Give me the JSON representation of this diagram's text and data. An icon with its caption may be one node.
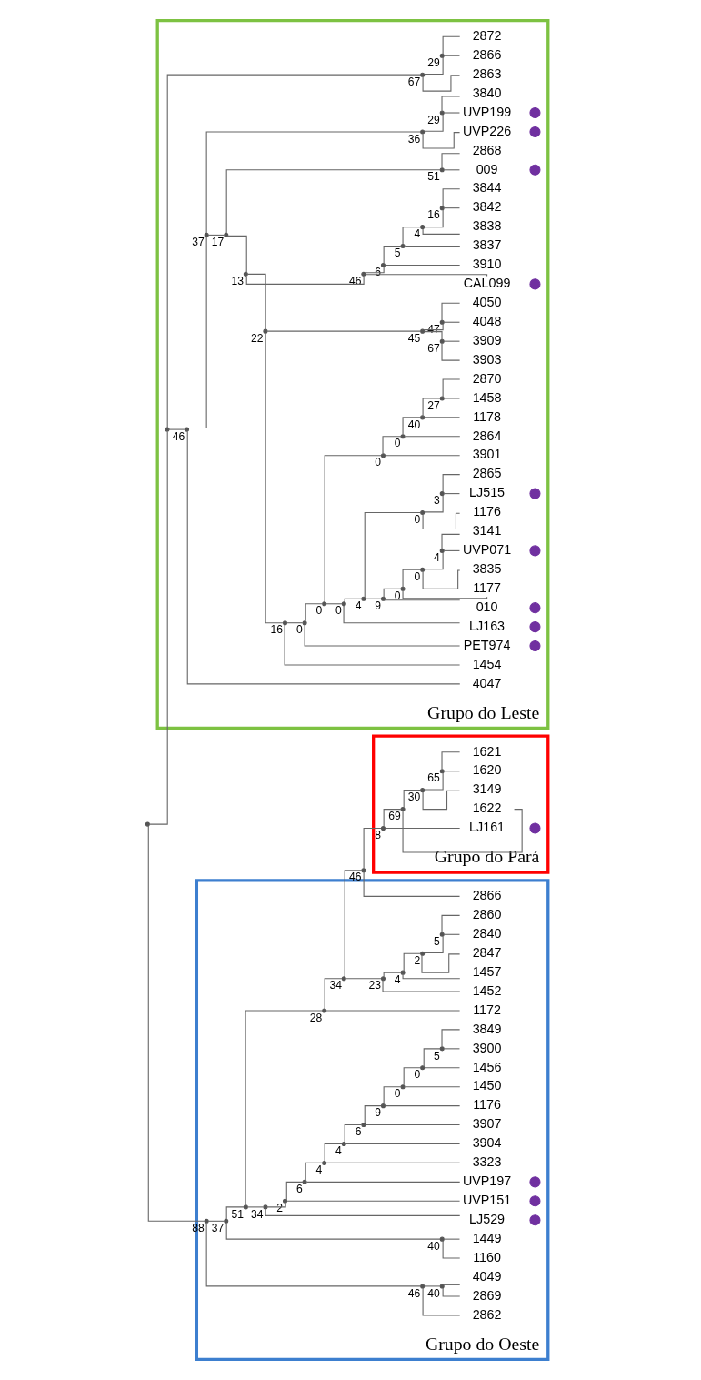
{
  "diagram": {
    "nodes": [
      {
        "text": [
          "Grupo do Leste"
        ]
      },
      {
        "text": [
          "UVP071"
        ],
        "in": 0
      },
      {
        "text": [],
        "shape": "circle",
        "in": 0
      },
      {
        "text": [
          "3141"
        ],
        "in": 0
      },
      {
        "text": [
          "3835"
        ],
        "in": 0
      },
      {
        "text": [
          "1177"
        ],
        "in": 0
      },
      {
        "text": [
          "010"
        ],
        "in": 0
      },
      {
        "text": [],
        "shape": "circle",
        "in": 0
      },
      {
        "text": [
          "1176"
        ],
        "in": 0
      },
      {
        "text": [
          "LJ515"
        ],
        "in": 0
      },
      {
        "text": [],
        "shape": "circle",
        "in": 0
      },
      {
        "text": [
          "2865"
        ],
        "in": 0
      },
      {
        "text": [
          "LJ163"
        ],
        "in": 0
      },
      {
        "text": [],
        "shape": "circle",
        "in": 0
      },
      {
        "text": [
          "3901"
        ],
        "in": 0
      },
      {
        "text": [
          "2864"
        ],
        "in": 0
      },
      {
        "text": [
          "1178"
        ],
        "in": 0
      },
      {
        "text": [
          "1458"
        ],
        "in": 0
      },
      {
        "text": [
          "2870"
        ],
        "in": 0
      },
      {
        "text": [
          "PET974"
        ],
        "in": 0
      },
      {
        "text": [],
        "shape": "circle",
        "in": 0
      },
      {
        "text": [
          "1454"
        ],
        "in": 0
      },
      {
        "text": [
          "3903"
        ],
        "in": 0
      },
      {
        "text": [
          "3909"
        ],
        "in": 0
      },
      {
        "text": [
          "4048"
        ],
        "in": 0
      },
      {
        "text": [
          "4050"
        ],
        "in": 0
      },
      {
        "text": [
          "CAL099"
        ],
        "in": 0
      },
      {
        "text": [],
        "shape": "circle",
        "in": 0
      },
      {
        "text": [
          "3910"
        ],
        "in": 0
      },
      {
        "text": [
          "3837"
        ],
        "in": 0
      },
      {
        "text": [
          "3838"
        ],
        "in": 0
      },
      {
        "text": [
          "3842"
        ],
        "in": 0
      },
      {
        "text": [
          "3844"
        ],
        "in": 0
      },
      {
        "text": [
          "009"
        ],
        "in": 0
      },
      {
        "text": [],
        "shape": "circle",
        "in": 0
      },
      {
        "text": [
          "2868"
        ],
        "in": 0
      },
      {
        "text": [
          "UVP226"
        ],
        "in": 0
      },
      {
        "text": [],
        "shape": "circle",
        "in": 0
      },
      {
        "text": [
          "UVP199"
        ],
        "in": 0
      },
      {
        "text": [],
        "shape": "circle",
        "in": 0
      },
      {
        "text": [
          "3840"
        ],
        "in": 0
      },
      {
        "text": [
          "4047"
        ],
        "in": 0
      },
      {
        "text": [
          "2863"
        ],
        "in": 0
      },
      {
        "text": [
          "2866"
        ],
        "in": 0
      },
      {
        "text": [
          "2872"
        ],
        "in": 0
      },
      {
        "text": [],
        "shape": "point",
        "beside": [
          "4"
        ],
        "in": 0
      },
      {
        "text": [],
        "shape": "point",
        "beside": [
          "0"
        ],
        "in": 0
      },
      {
        "text": [],
        "shape": "point",
        "beside": [
          "0"
        ],
        "in": 0
      },
      {
        "text": [],
        "shape": "point",
        "beside": [
          "9"
        ],
        "in": 0
      },
      {
        "text": [],
        "shape": "point",
        "beside": [
          "3"
        ],
        "in": 0
      },
      {
        "text": [],
        "shape": "point",
        "beside": [
          "0"
        ],
        "in": 0
      },
      {
        "text": [],
        "shape": "point",
        "beside": [
          "4"
        ],
        "in": 0
      },
      {
        "text": [],
        "shape": "point",
        "beside": [
          "0"
        ],
        "in": 0
      },
      {
        "text": [],
        "shape": "point",
        "beside": [
          "27"
        ],
        "in": 0
      },
      {
        "text": [],
        "shape": "point",
        "beside": [
          "40"
        ],
        "in": 0
      },
      {
        "text": [],
        "shape": "point",
        "beside": [
          "0"
        ],
        "in": 0
      },
      {
        "text": [],
        "shape": "point",
        "beside": [
          "0"
        ],
        "in": 0
      },
      {
        "text": [],
        "shape": "point",
        "beside": [
          "0"
        ],
        "in": 0
      },
      {
        "text": [],
        "shape": "point",
        "beside": [
          "0"
        ],
        "in": 0
      },
      {
        "text": [],
        "shape": "point",
        "beside": [
          "16"
        ],
        "in": 0
      },
      {
        "text": [],
        "shape": "point",
        "beside": [
          "67"
        ],
        "in": 0
      },
      {
        "text": [],
        "shape": "point",
        "beside": [
          "47"
        ],
        "in": 0
      },
      {
        "text": [],
        "shape": "point",
        "beside": [
          "45"
        ],
        "in": 0
      },
      {
        "text": [],
        "shape": "point",
        "beside": [
          "22"
        ],
        "in": 0
      },
      {
        "text": [],
        "shape": "point",
        "beside": [
          "16"
        ],
        "in": 0
      },
      {
        "text": [],
        "shape": "point",
        "beside": [
          "4"
        ],
        "in": 0
      },
      {
        "text": [],
        "shape": "point",
        "beside": [
          "5"
        ],
        "in": 0
      },
      {
        "text": [],
        "shape": "point",
        "beside": [
          "6"
        ],
        "in": 0
      },
      {
        "text": [],
        "shape": "point",
        "beside": [
          "46"
        ],
        "in": 0
      },
      {
        "text": [],
        "shape": "point",
        "beside": [
          "13"
        ],
        "in": 0
      },
      {
        "text": [],
        "shape": "point",
        "beside": [
          "51"
        ],
        "in": 0
      },
      {
        "text": [],
        "shape": "point",
        "beside": [
          "17"
        ],
        "in": 0
      },
      {
        "text": [],
        "shape": "point",
        "beside": [
          "29"
        ],
        "in": 0
      },
      {
        "text": [],
        "shape": "point",
        "beside": [
          "36"
        ],
        "in": 0
      },
      {
        "text": [],
        "shape": "point",
        "beside": [
          "37"
        ],
        "in": 0
      },
      {
        "text": [],
        "shape": "point",
        "beside": [
          "46"
        ],
        "in": 0
      },
      {
        "text": [],
        "shape": "point",
        "beside": [
          "29"
        ],
        "in": 0
      },
      {
        "text": [],
        "shape": "point",
        "beside": [
          "67"
        ],
        "in": 0
      },
      {
        "text": [],
        "shape": "point",
        "in": 0
      },
      {
        "text": [
          "Grupo do Oeste"
        ]
      },
      {
        "text": [
          "2869"
        ],
        "in": 79
      },
      {
        "text": [
          "4049"
        ],
        "in": 79
      },
      {
        "text": [
          "2862"
        ],
        "in": 79
      },
      {
        "text": [
          "1160"
        ],
        "in": 79
      },
      {
        "text": [
          "1449"
        ],
        "in": 79
      },
      {
        "text": [
          "3900"
        ],
        "in": 79
      },
      {
        "text": [
          "3849"
        ],
        "in": 79
      },
      {
        "text": [
          "1456"
        ],
        "in": 79
      },
      {
        "text": [
          "1450"
        ],
        "in": 79
      },
      {
        "text": [
          "1176"
        ],
        "in": 79
      },
      {
        "text": [
          "3907"
        ],
        "in": 79
      },
      {
        "text": [
          "3904"
        ],
        "in": 79
      },
      {
        "text": [
          "3323"
        ],
        "in": 79
      },
      {
        "text": [
          "UVP197"
        ],
        "in": 79
      },
      {
        "text": [],
        "shape": "circle",
        "in": 79
      },
      {
        "text": [
          "UVP151"
        ],
        "in": 79
      },
      {
        "text": [],
        "shape": "circle",
        "in": 79
      },
      {
        "text": [
          "LJ529"
        ],
        "in": 79
      },
      {
        "text": [],
        "shape": "circle",
        "in": 79
      },
      {
        "text": [
          "1172"
        ],
        "in": 79
      },
      {
        "text": [
          "2840"
        ],
        "in": 79
      },
      {
        "text": [
          "2860"
        ],
        "in": 79
      },
      {
        "text": [
          "2847"
        ],
        "in": 79
      },
      {
        "text": [
          "1457"
        ],
        "in": 79
      },
      {
        "text": [
          "1452"
        ],
        "in": 79
      },
      {
        "text": [
          "2866"
        ],
        "in": 79
      },
      {
        "text": [],
        "shape": "point",
        "beside": [
          "40"
        ],
        "in": 79
      },
      {
        "text": [],
        "shape": "point",
        "beside": [
          "46"
        ],
        "in": 79
      },
      {
        "text": [],
        "shape": "point",
        "beside": [
          "40"
        ],
        "in": 79
      },
      {
        "text": [],
        "shape": "point",
        "beside": [
          "5"
        ],
        "in": 79
      },
      {
        "text": [],
        "shape": "point",
        "beside": [
          "0"
        ],
        "in": 79
      },
      {
        "text": [],
        "shape": "point",
        "beside": [
          "0"
        ],
        "in": 79
      },
      {
        "text": [],
        "shape": "point",
        "beside": [
          "9"
        ],
        "in": 79
      },
      {
        "text": [],
        "shape": "point",
        "beside": [
          "6"
        ],
        "in": 79
      },
      {
        "text": [],
        "shape": "point",
        "beside": [
          "4"
        ],
        "in": 79
      },
      {
        "text": [],
        "shape": "point",
        "beside": [
          "4"
        ],
        "in": 79
      },
      {
        "text": [],
        "shape": "point",
        "beside": [
          "6"
        ],
        "in": 79
      },
      {
        "text": [],
        "shape": "point",
        "beside": [
          "2"
        ],
        "in": 79
      },
      {
        "text": [],
        "shape": "point",
        "beside": [
          "34"
        ],
        "in": 79
      },
      {
        "text": [],
        "shape": "point",
        "beside": [
          "5"
        ],
        "in": 79
      },
      {
        "text": [],
        "shape": "point",
        "beside": [
          "2"
        ],
        "in": 79
      },
      {
        "text": [],
        "shape": "point",
        "beside": [
          "4"
        ],
        "in": 79
      },
      {
        "text": [],
        "shape": "point",
        "beside": [
          "23"
        ],
        "in": 79
      },
      {
        "text": [],
        "shape": "point",
        "beside": [
          "34"
        ],
        "in": 79
      },
      {
        "text": [],
        "shape": "point",
        "beside": [
          "28"
        ],
        "in": 79
      },
      {
        "text": [],
        "shape": "point",
        "beside": [
          "51"
        ],
        "in": 79
      },
      {
        "text": [],
        "shape": "point",
        "beside": [
          "37"
        ],
        "in": 79
      },
      {
        "text": [],
        "shape": "point",
        "beside": [
          "88"
        ],
        "in": 79
      },
      {
        "text": [
          "Grupo do Pará"
        ]
      },
      {
        "text": [
          "LJ161"
        ],
        "in": 128
      },
      {
        "text": [],
        "shape": "circle",
        "in": 128
      },
      {
        "text": [
          "1622"
        ],
        "in": 128
      },
      {
        "text": [
          "3149"
        ],
        "in": 128
      },
      {
        "text": [
          "1620"
        ],
        "in": 128
      },
      {
        "text": [
          "1621"
        ],
        "in": 128
      },
      {
        "text": [],
        "shape": "point",
        "beside": [
          "65"
        ],
        "in": 128
      },
      {
        "text": [],
        "shape": "point",
        "beside": [
          "30"
        ],
        "in": 128
      },
      {
        "text": [],
        "shape": "point",
        "beside": [
          "69"
        ],
        "in": 128
      },
      {
        "text": [],
        "shape": "point",
        "beside": [
          "8"
        ],
        "in": 128
      },
      {
        "text": [],
        "shape": "point",
        "beside": [
          "46"
        ]
      },
      {
        "text": [],
        "shape": "point"
      }
    ],
    "edges": [
      {
        "from": 140,
        "to": 78,
        "arrow": "none"
      },
      {
        "from": 140,
        "to": 127,
        "arrow": "none"
      },
      {
        "from": 78,
        "to": 75,
        "arrow": "none"
      },
      {
        "from": 78,
        "to": 77,
        "arrow": "none"
      },
      {
        "from": 75,
        "to": 74,
        "arrow": "none"
      },
      {
        "from": 75,
        "to": 41,
        "arrow": "none"
      },
      {
        "from": 74,
        "to": 71,
        "arrow": "none"
      },
      {
        "from": 74,
        "to": 73,
        "arrow": "none"
      },
      {
        "from": 71,
        "to": 69,
        "arrow": "none"
      },
      {
        "from": 71,
        "to": 70,
        "arrow": "none"
      },
      {
        "from": 69,
        "to": 63,
        "arrow": "none"
      },
      {
        "from": 69,
        "to": 68,
        "arrow": "none"
      },
      {
        "from": 63,
        "to": 59,
        "arrow": "none"
      },
      {
        "from": 63,
        "to": 62,
        "arrow": "none"
      },
      {
        "from": 59,
        "to": 58,
        "arrow": "none"
      },
      {
        "from": 59,
        "to": 21,
        "arrow": "none"
      },
      {
        "from": 58,
        "to": 57,
        "arrow": "none"
      },
      {
        "from": 58,
        "to": 19,
        "arrow": "none"
      },
      {
        "from": 57,
        "to": 52,
        "arrow": "none"
      },
      {
        "from": 57,
        "to": 56,
        "arrow": "none"
      },
      {
        "from": 52,
        "to": 51,
        "arrow": "none"
      },
      {
        "from": 52,
        "to": 12,
        "arrow": "none"
      },
      {
        "from": 51,
        "to": 48,
        "arrow": "none"
      },
      {
        "from": 51,
        "to": 50,
        "arrow": "none"
      },
      {
        "from": 48,
        "to": 47,
        "arrow": "none"
      },
      {
        "from": 48,
        "to": 6,
        "arrow": "none"
      },
      {
        "from": 47,
        "to": 46,
        "arrow": "none"
      },
      {
        "from": 47,
        "to": 5,
        "arrow": "none"
      },
      {
        "from": 46,
        "to": 45,
        "arrow": "none"
      },
      {
        "from": 46,
        "to": 4,
        "arrow": "none"
      },
      {
        "from": 45,
        "to": 1,
        "arrow": "none"
      },
      {
        "from": 45,
        "to": 3,
        "arrow": "none"
      },
      {
        "from": 50,
        "to": 8,
        "arrow": "none"
      },
      {
        "from": 50,
        "to": 49,
        "arrow": "none"
      },
      {
        "from": 49,
        "to": 9,
        "arrow": "none"
      },
      {
        "from": 49,
        "to": 11,
        "arrow": "none"
      },
      {
        "from": 56,
        "to": 14,
        "arrow": "none"
      },
      {
        "from": 56,
        "to": 55,
        "arrow": "none"
      },
      {
        "from": 55,
        "to": 15,
        "arrow": "none"
      },
      {
        "from": 55,
        "to": 54,
        "arrow": "none"
      },
      {
        "from": 54,
        "to": 16,
        "arrow": "none"
      },
      {
        "from": 54,
        "to": 53,
        "arrow": "none"
      },
      {
        "from": 53,
        "to": 17,
        "arrow": "none"
      },
      {
        "from": 53,
        "to": 18,
        "arrow": "none"
      },
      {
        "from": 62,
        "to": 60,
        "arrow": "none"
      },
      {
        "from": 62,
        "to": 61,
        "arrow": "none"
      },
      {
        "from": 60,
        "to": 22,
        "arrow": "none"
      },
      {
        "from": 60,
        "to": 23,
        "arrow": "none"
      },
      {
        "from": 61,
        "to": 24,
        "arrow": "none"
      },
      {
        "from": 61,
        "to": 25,
        "arrow": "none"
      },
      {
        "from": 68,
        "to": 26,
        "arrow": "none"
      },
      {
        "from": 68,
        "to": 67,
        "arrow": "none"
      },
      {
        "from": 67,
        "to": 28,
        "arrow": "none"
      },
      {
        "from": 67,
        "to": 66,
        "arrow": "none"
      },
      {
        "from": 66,
        "to": 29,
        "arrow": "none"
      },
      {
        "from": 66,
        "to": 65,
        "arrow": "none"
      },
      {
        "from": 65,
        "to": 30,
        "arrow": "none"
      },
      {
        "from": 65,
        "to": 64,
        "arrow": "none"
      },
      {
        "from": 64,
        "to": 31,
        "arrow": "none"
      },
      {
        "from": 64,
        "to": 32,
        "arrow": "none"
      },
      {
        "from": 70,
        "to": 33,
        "arrow": "none"
      },
      {
        "from": 70,
        "to": 35,
        "arrow": "none"
      },
      {
        "from": 73,
        "to": 36,
        "arrow": "none"
      },
      {
        "from": 73,
        "to": 72,
        "arrow": "none"
      },
      {
        "from": 72,
        "to": 38,
        "arrow": "none"
      },
      {
        "from": 72,
        "to": 40,
        "arrow": "none"
      },
      {
        "from": 77,
        "to": 42,
        "arrow": "none"
      },
      {
        "from": 77,
        "to": 76,
        "arrow": "none"
      },
      {
        "from": 76,
        "to": 43,
        "arrow": "none"
      },
      {
        "from": 76,
        "to": 44,
        "arrow": "none"
      },
      {
        "from": 127,
        "to": 107,
        "arrow": "none"
      },
      {
        "from": 127,
        "to": 126,
        "arrow": "none"
      },
      {
        "from": 107,
        "to": 106,
        "arrow": "none"
      },
      {
        "from": 107,
        "to": 82,
        "arrow": "none"
      },
      {
        "from": 106,
        "to": 80,
        "arrow": "none"
      },
      {
        "from": 106,
        "to": 81,
        "arrow": "none"
      },
      {
        "from": 126,
        "to": 108,
        "arrow": "none"
      },
      {
        "from": 126,
        "to": 125,
        "arrow": "none"
      },
      {
        "from": 108,
        "to": 83,
        "arrow": "none"
      },
      {
        "from": 108,
        "to": 84,
        "arrow": "none"
      },
      {
        "from": 125,
        "to": 118,
        "arrow": "none"
      },
      {
        "from": 125,
        "to": 124,
        "arrow": "none"
      },
      {
        "from": 118,
        "to": 117,
        "arrow": "none"
      },
      {
        "from": 118,
        "to": 97,
        "arrow": "none"
      },
      {
        "from": 117,
        "to": 116,
        "arrow": "none"
      },
      {
        "from": 117,
        "to": 95,
        "arrow": "none"
      },
      {
        "from": 116,
        "to": 115,
        "arrow": "none"
      },
      {
        "from": 116,
        "to": 93,
        "arrow": "none"
      },
      {
        "from": 115,
        "to": 114,
        "arrow": "none"
      },
      {
        "from": 115,
        "to": 92,
        "arrow": "none"
      },
      {
        "from": 114,
        "to": 113,
        "arrow": "none"
      },
      {
        "from": 114,
        "to": 91,
        "arrow": "none"
      },
      {
        "from": 113,
        "to": 112,
        "arrow": "none"
      },
      {
        "from": 113,
        "to": 90,
        "arrow": "none"
      },
      {
        "from": 112,
        "to": 111,
        "arrow": "none"
      },
      {
        "from": 112,
        "to": 89,
        "arrow": "none"
      },
      {
        "from": 111,
        "to": 110,
        "arrow": "none"
      },
      {
        "from": 111,
        "to": 88,
        "arrow": "none"
      },
      {
        "from": 110,
        "to": 109,
        "arrow": "none"
      },
      {
        "from": 110,
        "to": 87,
        "arrow": "none"
      },
      {
        "from": 109,
        "to": 85,
        "arrow": "none"
      },
      {
        "from": 109,
        "to": 86,
        "arrow": "none"
      },
      {
        "from": 124,
        "to": 99,
        "arrow": "none"
      },
      {
        "from": 124,
        "to": 123,
        "arrow": "none"
      },
      {
        "from": 123,
        "to": 122,
        "arrow": "none"
      },
      {
        "from": 123,
        "to": 139,
        "arrow": "none"
      },
      {
        "from": 122,
        "to": 121,
        "arrow": "none"
      },
      {
        "from": 122,
        "to": 104,
        "arrow": "none"
      },
      {
        "from": 121,
        "to": 120,
        "arrow": "none"
      },
      {
        "from": 121,
        "to": 103,
        "arrow": "none"
      },
      {
        "from": 120,
        "to": 119,
        "arrow": "none"
      },
      {
        "from": 120,
        "to": 102,
        "arrow": "none"
      },
      {
        "from": 119,
        "to": 100,
        "arrow": "none"
      },
      {
        "from": 119,
        "to": 101,
        "arrow": "none"
      },
      {
        "from": 139,
        "to": 105,
        "arrow": "none"
      },
      {
        "from": 139,
        "to": 138,
        "arrow": "none"
      },
      {
        "from": 138,
        "to": 129,
        "arrow": "none"
      },
      {
        "from": 138,
        "to": 137,
        "arrow": "none"
      },
      {
        "from": 137,
        "to": 131,
        "arrow": "none"
      },
      {
        "from": 137,
        "to": 136,
        "arrow": "none"
      },
      {
        "from": 136,
        "to": 132,
        "arrow": "none"
      },
      {
        "from": 136,
        "to": 135,
        "arrow": "none"
      },
      {
        "from": 135,
        "to": 133,
        "arrow": "none"
      },
      {
        "from": 135,
        "to": 134,
        "arrow": "none"
      }
    ]
  }
}
